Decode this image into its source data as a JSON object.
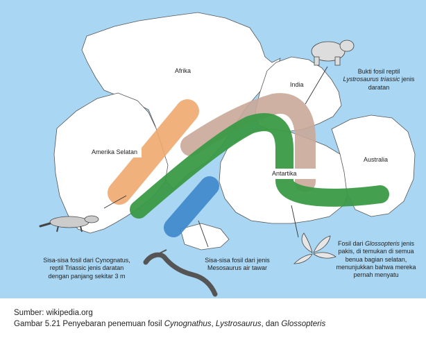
{
  "labels": {
    "africa": "Afrika",
    "south_america": "Amerika Selatan",
    "india": "India",
    "antarctica": "Antartika",
    "australia": "Australia"
  },
  "annotations": {
    "lystrosaurus": {
      "line1": "Bukti fosil reptil",
      "line2_italic": "Lystrosaurus triassic",
      "line2_rest": " jenis",
      "line3": "daratan"
    },
    "cynognathus": {
      "line1": "Sisa-sisa fosil dari Cynognatus,",
      "line2": "reptil Triassic jenis daratan",
      "line3": "dengan panjang sekitar 3 m"
    },
    "mesosaurus": {
      "line1": "Sisa-sisa fosil dari jenis",
      "line2": "Mesosaurus air tawar"
    },
    "glossopteris": {
      "line1_prefix": "Fosil dari ",
      "line1_italic": "Glossopteris",
      "line1_suffix": " jenis",
      "line2": "pakis, di temukan di semua",
      "line3": "benua bagian selatan,",
      "line4": "menunjukkan bahwa mereka",
      "line5": "pernah menyatu"
    }
  },
  "caption": {
    "source": "Sumber: wikipedia.org",
    "figure_prefix": "Gambar 5.21 Penyebaran penemuan fosil ",
    "taxon1": "Cynognathus",
    "sep": ", ",
    "taxon2": "Lystrosaurus",
    "mid": ", dan ",
    "taxon3": "Glossopteris"
  },
  "colors": {
    "ocean": "#a9d6f2",
    "land": "#ffffff",
    "cynognathus_band": "#f0a86e",
    "lystrosaurus_band": "#c9a998",
    "glossopteris_band": "#3a9a46",
    "mesosaurus_band": "#3d87cc"
  }
}
